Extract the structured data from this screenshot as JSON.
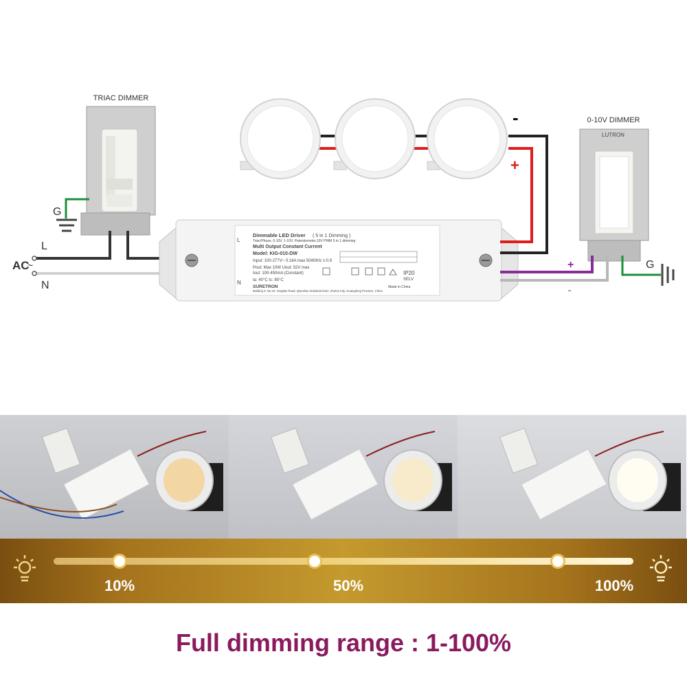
{
  "diagram": {
    "triac_label": "TRIAC DIMMER",
    "dimmer010_label": "0-10V DIMMER",
    "g_left": "G",
    "g_right": "G",
    "l_label": "L",
    "n_label": "N",
    "ac_label": "AC",
    "minus_top": "-",
    "plus_top": "+",
    "plus_purple": "+",
    "minus_gray": "-",
    "lutron": "LUTRON",
    "driver": {
      "title": "Dimmable LED Driver",
      "title_suffix": "( 5 in 1 Dimming )",
      "subtitle": "Triac/Phase, 0-10V, 1-10V, Potentiometer,10V PWM 5 in 1 dimming",
      "line_multi": "Multi Output Constant Current",
      "model": "Model: KIG-010-DW",
      "input": "Input: 100-277V~ 0.16A max 50/60Hz λ:0.9",
      "pout": "Pout: Max 10W  Uout: 52V max",
      "iout": "Iout: 100-450mA (Constant)",
      "ta": "ta: 40°C  tc: 85°C",
      "brand": "SURETRON",
      "made": "Made in China",
      "address": "Building 3: No.19, Yongtian Road, Qianshan Industrial Zone, Zhuhai City, Guangdong Province, China",
      "ip": "IP20",
      "selv": "SELV",
      "l_pin": "L",
      "n_pin": "N"
    }
  },
  "scale": {
    "p10": "10%",
    "p50": "50%",
    "p100": "100%",
    "levels": [
      0.1,
      0.5,
      1.0
    ]
  },
  "headline": "Full dimming range : 1-100%"
}
